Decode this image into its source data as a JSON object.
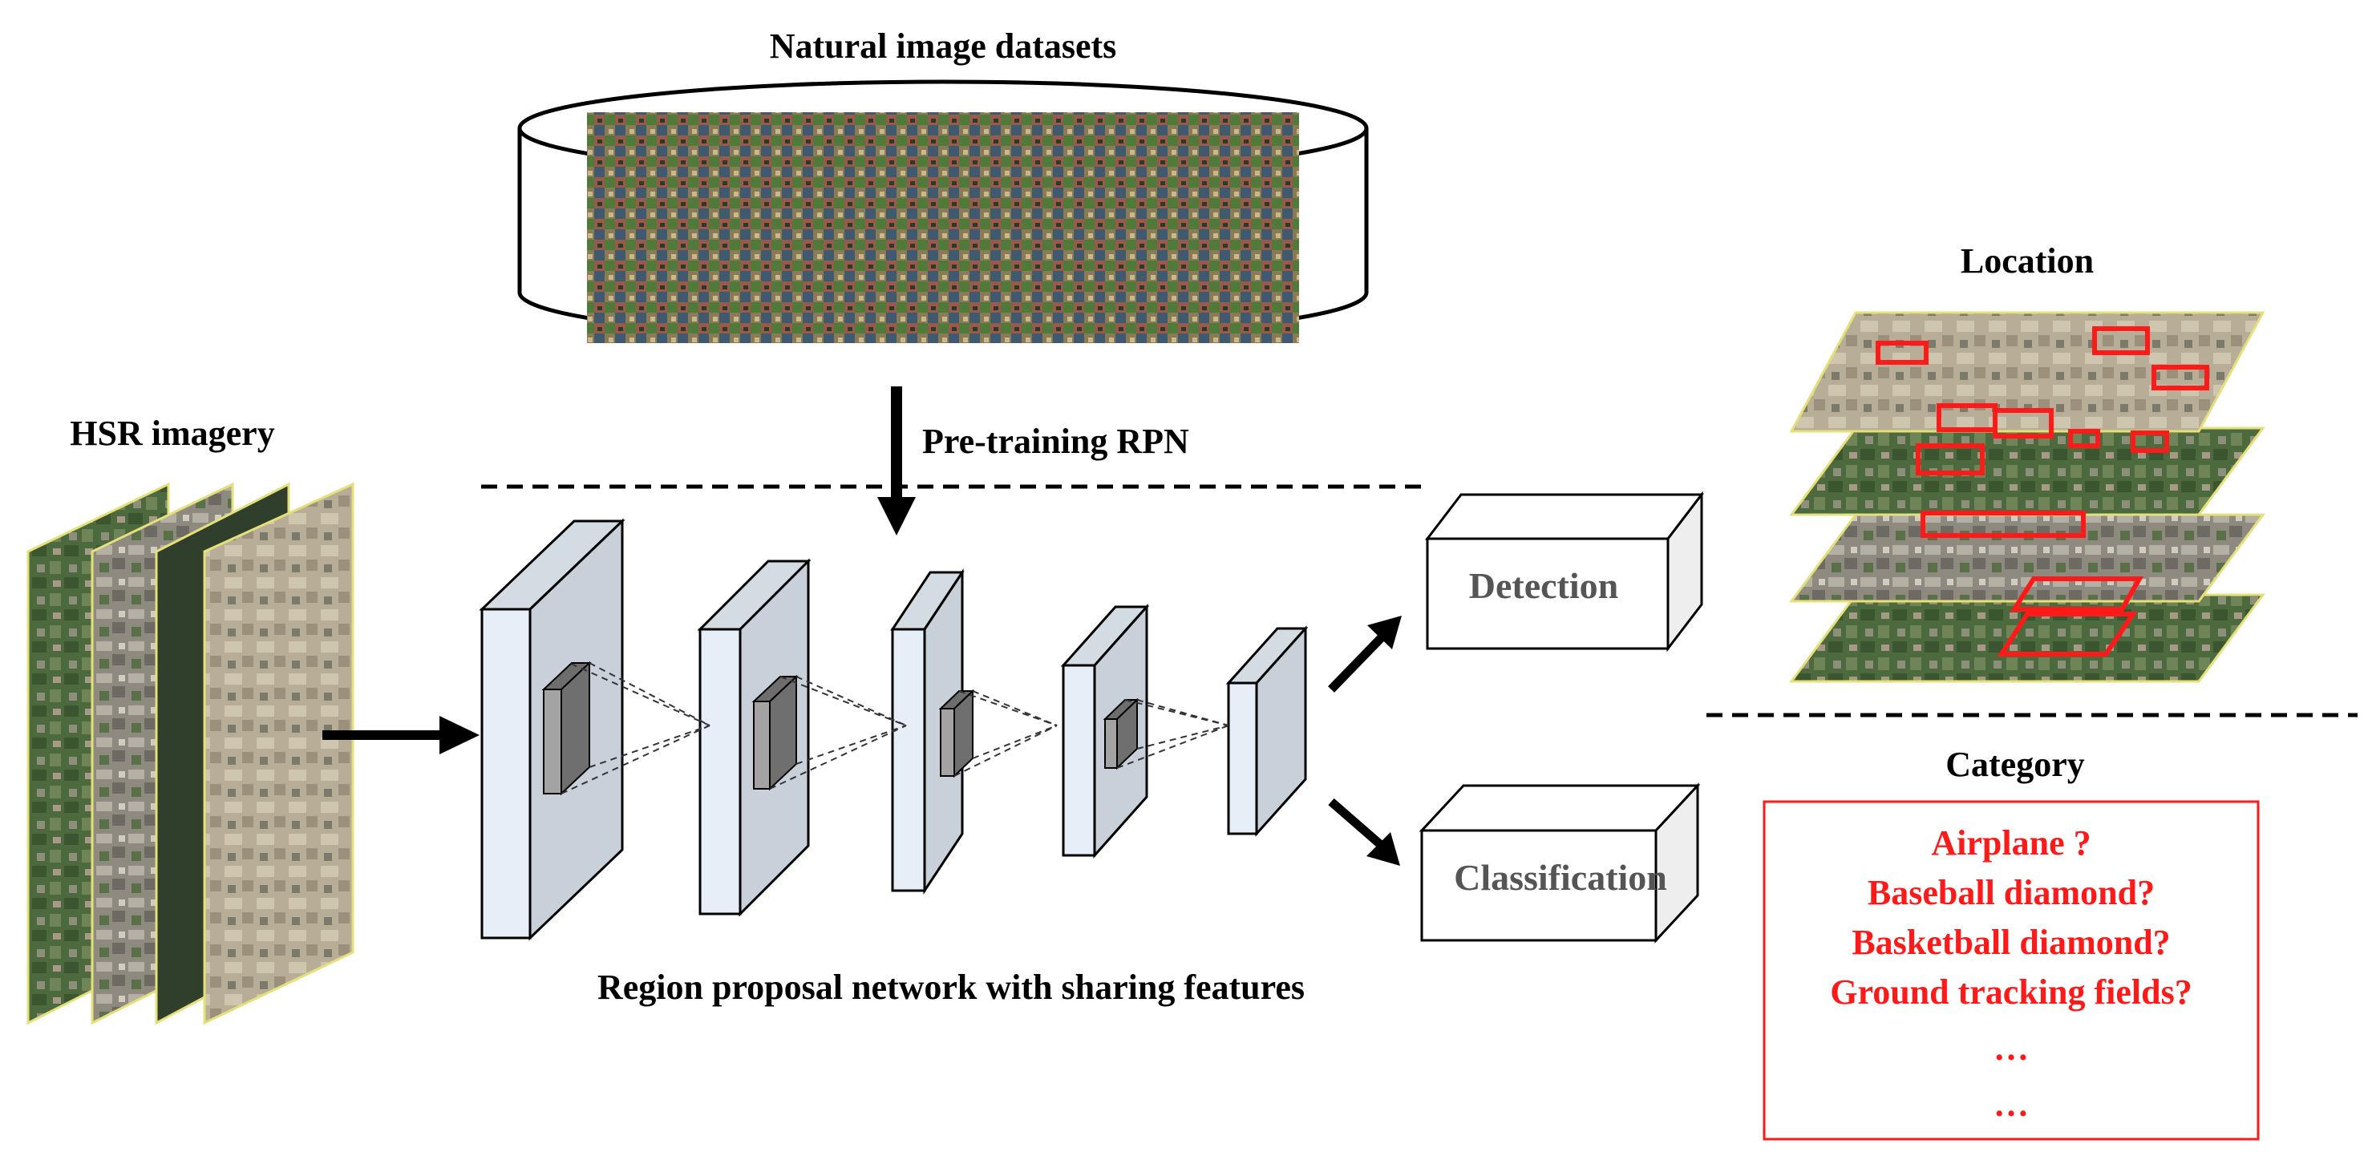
{
  "titles": {
    "dataset": "Natural image datasets",
    "hsr": "HSR imagery",
    "pretrain": "Pre-training RPN",
    "rpn": "Region proposal network with sharing features",
    "location": "Location",
    "category": "Category"
  },
  "outputs": {
    "detection": "Detection",
    "classification": "Classification"
  },
  "categories": [
    "Airplane ?",
    "Baseball diamond?",
    "Basketball diamond?",
    "Ground tracking fields?",
    "…",
    "…"
  ],
  "colors": {
    "accent_red": "#ff1a1a",
    "layer_front": "#e6eef7",
    "layer_side": "#c8d0d9",
    "kernel": "#8d8d8d",
    "line": "#000000",
    "frame_yellow": "#e5e07a"
  }
}
